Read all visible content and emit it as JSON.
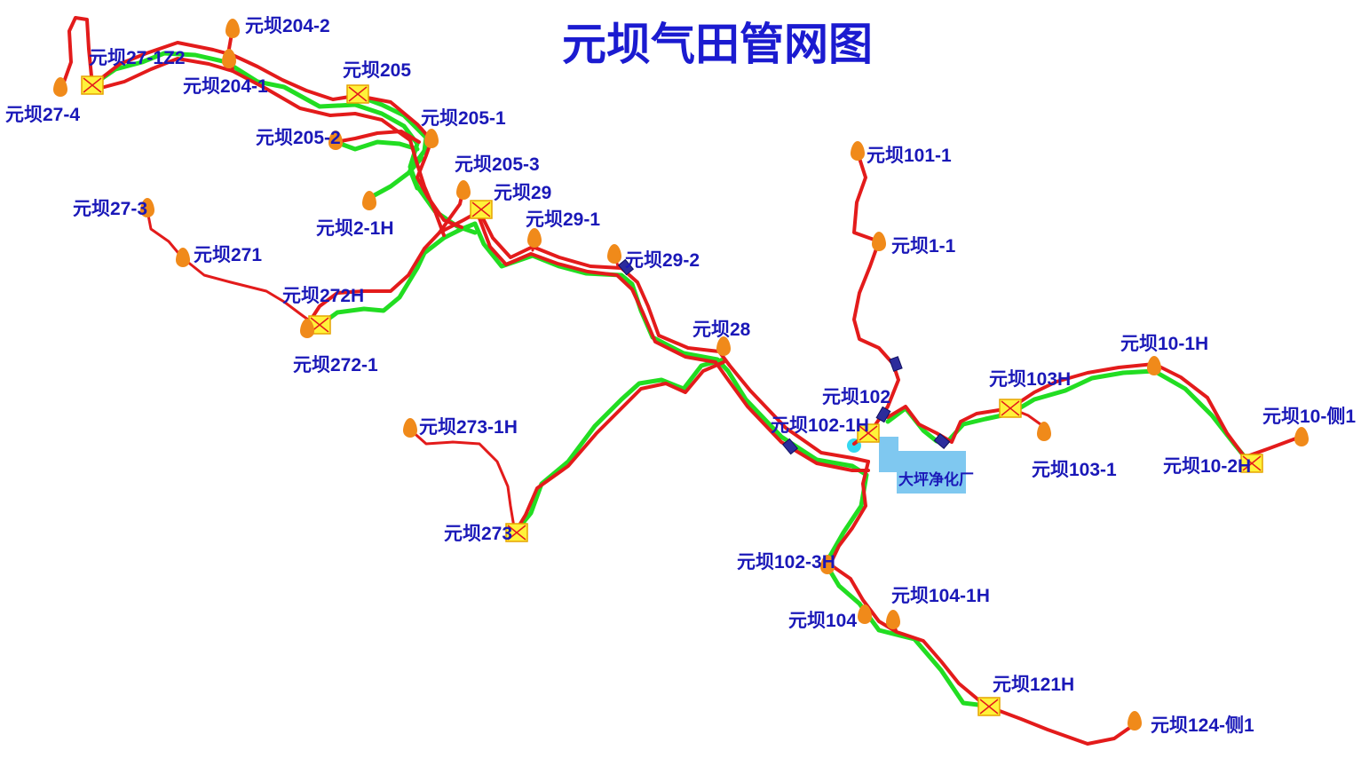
{
  "title": "元坝气田管网图",
  "plant": {
    "label": "大坪净化厂",
    "color": "#7fc8f0"
  },
  "colors": {
    "pipeline_red": "#e31b1b",
    "pipeline_green": "#22dd22",
    "well_marker": "#f08a1a",
    "station_marker": "#fff23a",
    "label_text": "#1a18b8"
  },
  "labels": {
    "yb27_4": "元坝27-4",
    "yb27_1z2": "元坝27-1Z2",
    "yb204_2": "元坝204-2",
    "yb204_1": "元坝204-1",
    "yb205": "元坝205",
    "yb205_1": "元坝205-1",
    "yb205_2": "元坝205-2",
    "yb205_3": "元坝205-3",
    "yb2_1h": "元坝2-1H",
    "yb27_3": "元坝27-3",
    "yb271": "元坝271",
    "yb272h": "元坝272H",
    "yb272_1": "元坝272-1",
    "yb29": "元坝29",
    "yb29_1": "元坝29-1",
    "yb29_2": "元坝29-2",
    "yb28": "元坝28",
    "yb273_1h": "元坝273-1H",
    "yb273": "元坝273",
    "yb101_1": "元坝101-1",
    "yb1_1": "元坝1-1",
    "yb102": "元坝102",
    "yb102_1h": "元坝102-1H",
    "yb102_3h": "元坝102-3H",
    "yb103h": "元坝103H",
    "yb103_1": "元坝103-1",
    "yb10_1h": "元坝10-1H",
    "yb10_ce1": "元坝10-侧1",
    "yb10_2h": "元坝10-2H",
    "yb104": "元坝104",
    "yb104_1h": "元坝104-1H",
    "yb121h": "元坝121H",
    "yb124_ce1": "元坝124-侧1"
  },
  "well_markers": [
    "well-yb27-4",
    "well-yb204-2",
    "well-yb204-1",
    "well-yb205-1",
    "well-yb205-2",
    "well-yb205-3",
    "well-yb2-1h",
    "well-yb27-3",
    "well-yb271",
    "well-yb272h",
    "well-yb29-1",
    "well-yb29-2",
    "well-yb28",
    "well-yb273-1h",
    "well-yb101-1",
    "well-yb1-1",
    "well-yb102-3h",
    "well-yb103-1",
    "well-yb10-1h",
    "well-yb10-ce1",
    "well-yb104",
    "well-yb104-1h",
    "well-yb124-ce1"
  ],
  "station_markers": [
    "station-yb27-1z2",
    "station-yb205",
    "station-yb29",
    "station-yb272-1",
    "station-yb273",
    "station-yb102",
    "station-yb103h",
    "station-yb10-2h",
    "station-yb121h"
  ]
}
